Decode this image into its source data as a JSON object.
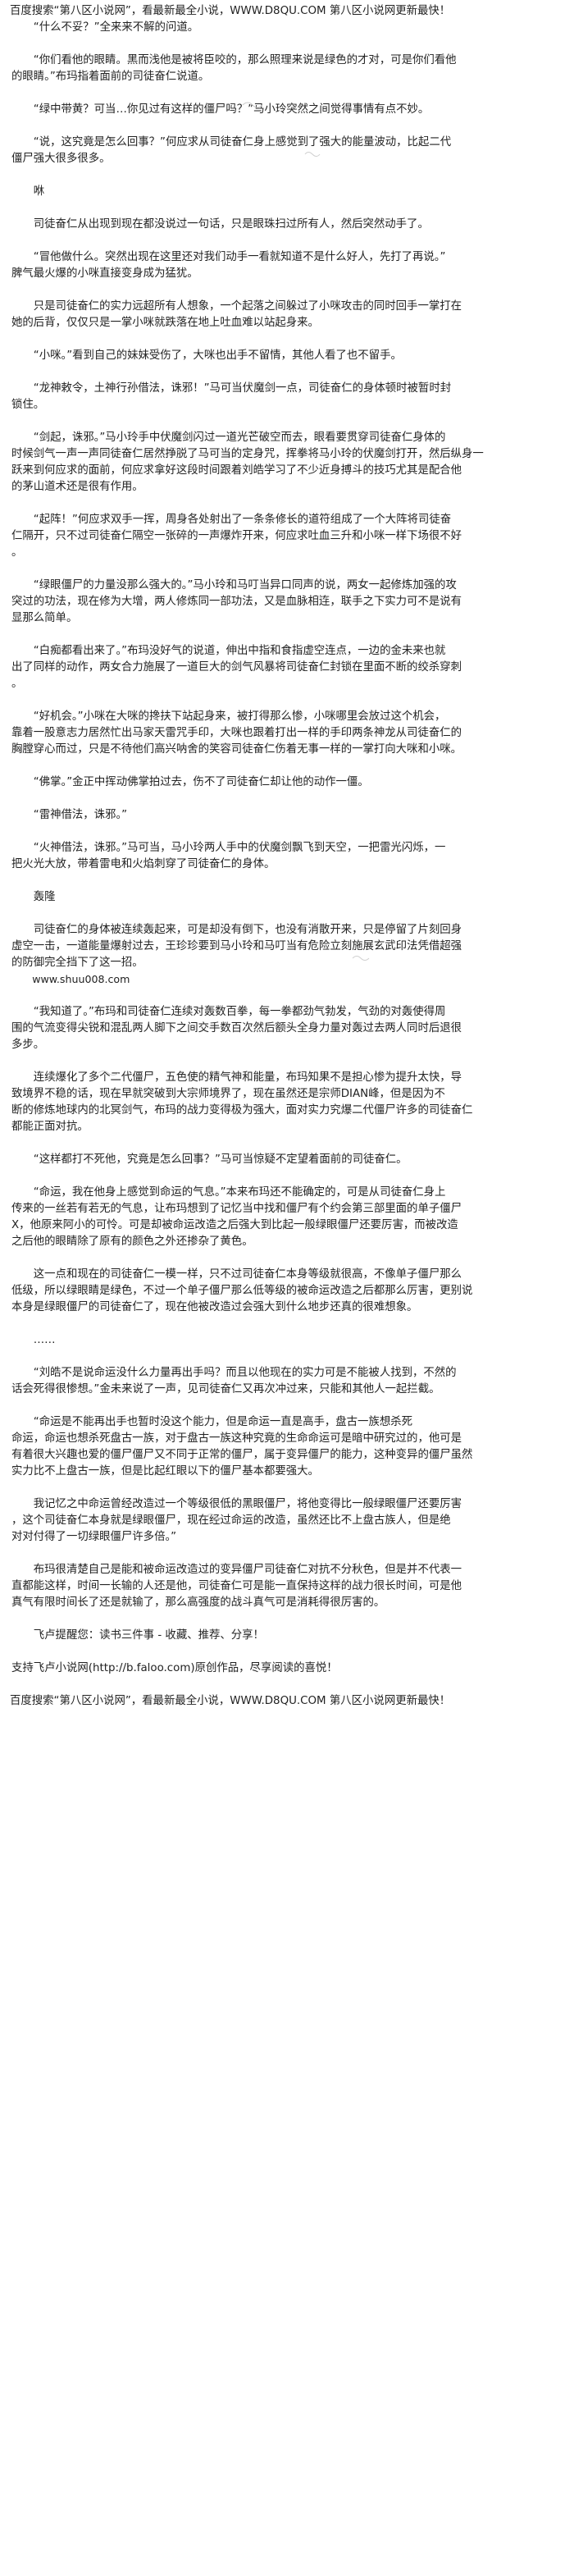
{
  "lines": [
    "百度搜索“第八区小说网”，看最新最全小说，WWW.D8QU.COM  第八区小说网更新最快！",
    "　　“什么不妥？”全来来不解的问道。",
    "　　“你们看他的眼睛。黑而浅他是被将臣咬的，那么照理来说是绿色的才对，可是你们看他",
    "的眼睛。”布玛指着面前的司徒奋仁说道。",
    "　　“绿中带黄？可当…你见过有这样的僵尸吗？”马小玲突然之间觉得事情有点不妙。",
    "　　“说，这究竟是怎么回事？”何应求从司徒奋仁身上感觉到了强大的能量波动，比起二代",
    "僵尸强大很多很多。",
    "　　咻",
    "　　司徒奋仁从出现到现在都没说过一句话，只是眼珠扫过所有人，然后突然动手了。",
    "　　“冒他做什么。突然出现在这里还对我们动手一看就知道不是什么好人，先打了再说。”",
    "脾气最火爆的小咪直接变身成为猛犹。",
    "　　只是司徒奋仁的实力远超所有人想象，一个起落之间躲过了小咪攻击的同时回手一掌打在",
    "她的后背，仅仅只是一掌小咪就跌落在地上吐血难以站起身来。",
    "　　“小咪。”看到自己的妹妹受伤了，大咪也出手不留情，其他人看了也不留手。",
    "　　“龙神敕令，土神行孙借法，诛邪！”马可当伏魔剑一点，司徒奋仁的身体顿时被暂时封",
    "锁住。",
    "　　“剑起，诛邪。”马小玲手中伏魔剑闪过一道光芒破空而去，眼看要贯穿司徒奋仁身体的",
    "时候剑气一声一声同徒奋仁居然挣脱了马可当的定身咒，挥拳将马小玲的伏魔剑打开，然后纵身一",
    "跃来到何应求的面前，何应求拿好这段时间跟着刘皓学习了不少近身搏斗的技巧尤其是配合他",
    "的茅山道术还是很有作用。",
    "　　“起阵！”何应求双手一挥，周身各处射出了一条条修长的道符组成了一个大阵将司徒奋",
    "仁隔开，只不过司徒奋仁隔空一张碎的一声爆炸开来，何应求吐血三升和小咪一样下场很不好",
    "。",
    "　　“绿眼僵尸的力量没那么强大的。”马小玲和马叮当异口同声的说，两女一起修炼加强的攻",
    "突过的功法，现在修为大增，两人修炼同一部功法，又是血脉相连，联手之下实力可不是说有",
    "显那么简单。",
    "　　“白痴都看出来了。”布玛没好气的说道，伸出中指和食指虚空连点，一边的金未来也就",
    "出了同样的动作，两女合力施展了一道巨大的剑气风暴将司徒奋仁封锁在里面不断的绞杀穿刺",
    "。",
    "　　“好机会。”小咪在大咪的搀扶下站起身来，被打得那么惨，小咪哪里会放过这个机会，",
    "靠着一股意志力居然忙出马家天雷咒手印，大咪也跟着打出一样的手印两条神龙从司徒奋仁的",
    "胸膛穿心而过，只是不待他们高兴呐舍的笑容司徒奋仁伤着无事一样的一掌打向大咪和小咪。",
    "　　“佛掌。”金正中挥动佛掌拍过去，伤不了司徒奋仁却让他的动作一僵。",
    "　　“雷神借法，诛邪。”",
    "　　“火神借法，诛邪。”马可当，马小玲两人手中的伏魔剑飘飞到天空，一把雷光闪烁，一",
    "把火光大放，带着雷电和火焰刺穿了司徒奋仁的身体。",
    "　　轰隆",
    "　　司徒奋仁的身体被连续轰起来，可是却没有倒下，也没有消散开来，只是停留了片刻回身",
    "虚空一击，一道能量爆射过去，王珍珍要到马小玲和马叮当有危险立刻施展玄武印法凭借超强",
    "的防御完全挡下了这一招。",
    "　　www.shuu008.com",
    "　　“我知道了。”布玛和司徒奋仁连续对轰数百拳，每一拳都劲气勃发，气劲的对轰使得周",
    "围的气流变得尖锐和混乱两人脚下之间交手数百次然后额头全身力量对轰过去两人同时后退很",
    "多步。",
    "　　连续爆化了多个二代僵尸，五色使的精气神和能量，布玛知果不是担心惨为提升太快，导",
    "致境界不稳的话，现在早就突破到大宗师境界了，现在虽然还是宗师DIAN峰，但是因为不",
    "断的修炼地球内的北冥剑气，布玛的战力变得极为强大，面对实力究爆二代僵尸许多的司徒奋仁",
    "都能正面对抗。",
    "　　“这样都打不死他，究竟是怎么回事？”马可当惊疑不定望着面前的司徒奋仁。",
    "　　“命运，我在他身上感觉到命运的气息。”本来布玛还不能确定的，可是从司徒奋仁身上",
    "传来的一丝若有若无的气息，让布玛想到了记忆当中找和僵尸有个约会第三部里面的单子僵尸",
    "X，他原来阿小的可怜。可是却被命运改造之后强大到比起一般绿眼僵尸还要厉害，而被改造",
    "之后他的眼睛除了原有的颜色之外还掺杂了黄色。",
    "　　这一点和现在的司徒奋仁一模一样，只不过司徒奋仁本身等级就很高，不像单子僵尸那么",
    "低级，所以绿眼睛是绿色，不过一个单子僵尸那么低等级的被命运改造之后都那么厉害，更别说",
    "本身是绿眼僵尸的司徒奋仁了，现在他被改造过会强大到什么地步还真的很难想象。",
    "　　……",
    "　　“刘皓不是说命运没什么力量再出手吗？而且以他现在的实力可是不能被人找到，不然的",
    "话会死得很惨想。”金未来说了一声，见司徒奋仁又再次冲过来，只能和其他人一起拦截。",
    "　　“命运是不能再出手也暂时没这个能力，但是命运一直是高手，盘古一族想杀死",
    "命运，命运也想杀死盘古一族，对于盘古一族这种究竟的生命命运可是暗中研究过的，他可是",
    "有着很大兴趣也爱的僵尸僵尸又不同于正常的僵尸，属于变异僵尸的能力，这种变异的僵尸虽然",
    "实力比不上盘古一族，但是比起红眼以下的僵尸基本都要强大。",
    "　　我记忆之中命运曾经改造过一个等级很低的黑眼僵尸，将他变得比一般绿眼僵尸还要厉害",
    "，这个司徒奋仁本身就是绿眼僵尸，现在经过命运的改造，虽然还比不上盘古族人，但是绝",
    "对对付得了一切绿眼僵尸许多倍。”",
    "　　布玛很清楚自己是能和被命运改造过的变异僵尸司徒奋仁对抗不分秋色，但是并不代表一",
    "直都能这样，时间一长输的人还是他，司徒奋仁可是能一直保持这样的战力很长时间，可是他",
    "真气有限时间长了还是就输了，那么高强度的战斗真气可是消耗得很厉害的。",
    "　　飞卢提醒您：读书三件事 - 收藏、推荐、分享！",
    "支持飞卢小说网(http://b.faloo.com)原创作品，尽享阅读的喜悦！",
    "百度搜索“第八区小说网”，看最新最全小说，WWW.D8QU.COM  第八区小说网更新最快！"
  ]
}
